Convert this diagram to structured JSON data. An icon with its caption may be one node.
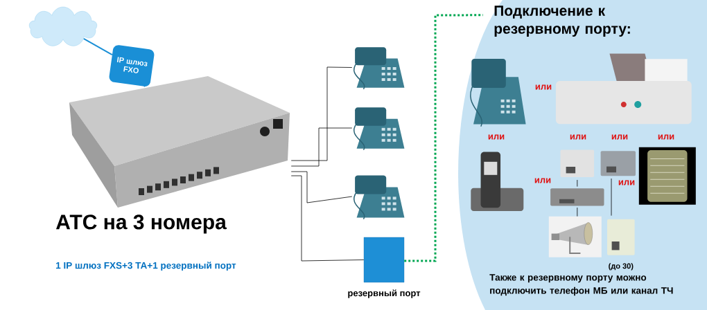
{
  "diagram": {
    "nodes": [
      {
        "text": [],
        "shape": "cloud"
      },
      {
        "text": [
          "IP шлюз FXO"
        ]
      },
      {
        "text": [],
        "shape": "picture"
      },
      {
        "text": [],
        "shape": "picture"
      },
      {
        "text": [],
        "shape": "picture"
      },
      {
        "text": [],
        "shape": "picture"
      },
      {
        "text": [
          "резервный порт"
        ]
      },
      {
        "text": [
          "Подключение к резервному порту:",
          "Также к резервному порту можно подключить телефон МБ или канал ТЧ"
        ]
      },
      {
        "text": [],
        "shape": "picture",
        "in": 7
      },
      {
        "text": [],
        "shape": "picture",
        "in": 7
      },
      {
        "text": [],
        "shape": "picture",
        "in": 7
      },
      {
        "text": [],
        "shape": "picture",
        "in": 7
      },
      {
        "text": [],
        "shape": "picture",
        "in": 7
      },
      {
        "text": [],
        "shape": "picture",
        "in": 7
      },
      {
        "text": [],
        "shape": "picture",
        "in": 7
      },
      {
        "text": [],
        "shape": "picture",
        "in": 7
      },
      {
        "text": [],
        "shape": "picture",
        "in": 7,
        "beside": [
          "(до 30)"
        ]
      }
    ],
    "edges": [
      {
        "from": 0,
        "to": 1,
        "arrow": "none",
        "color": "#1a8fd6"
      },
      {
        "from": 1,
        "to": 2,
        "arrow": "none",
        "color": "#1a8fd6"
      },
      {
        "from": 2,
        "to": 3,
        "arrow": "none"
      },
      {
        "from": 2,
        "to": 4,
        "arrow": "none"
      },
      {
        "from": 2,
        "to": 5,
        "arrow": "none"
      },
      {
        "from": 2,
        "to": 6,
        "arrow": "none"
      },
      {
        "from": 6,
        "to": 7,
        "arrow": "none",
        "style": "dashed",
        "color": "#00a651"
      },
      {
        "from": 11,
        "to": 14,
        "arrow": "none"
      },
      {
        "from": 14,
        "to": 15,
        "arrow": "none"
      },
      {
        "from": 12,
        "to": 16,
        "arrow": "none"
      }
    ],
    "labels": [
      "АТС на 3 номера",
      "1 IP шлюз FXS+3 ТА+1 резервный порт",
      "или",
      "или",
      "или",
      "или",
      "или",
      "или",
      "или"
    ]
  }
}
